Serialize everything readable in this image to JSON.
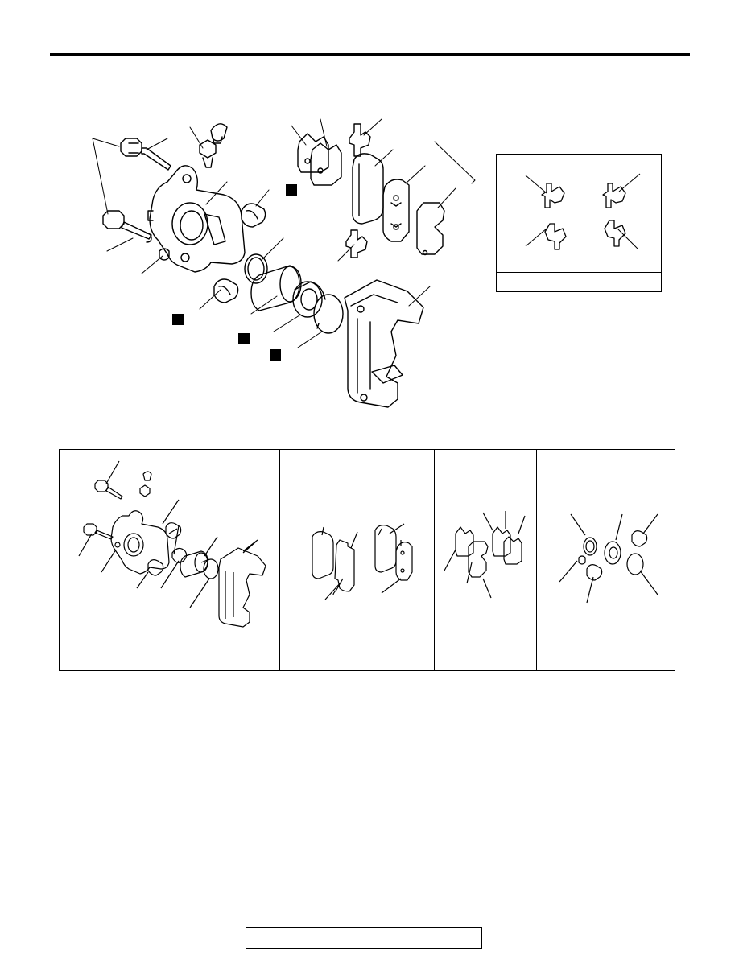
{
  "page": {
    "header_title": "",
    "footer_text": ""
  },
  "main_figure": {
    "markers": [
      "marker-1",
      "marker-2",
      "marker-3",
      "marker-4"
    ]
  },
  "inset": {
    "caption": ""
  },
  "kits": [
    {
      "caption": ""
    },
    {
      "caption": ""
    },
    {
      "caption": ""
    },
    {
      "caption": ""
    }
  ]
}
